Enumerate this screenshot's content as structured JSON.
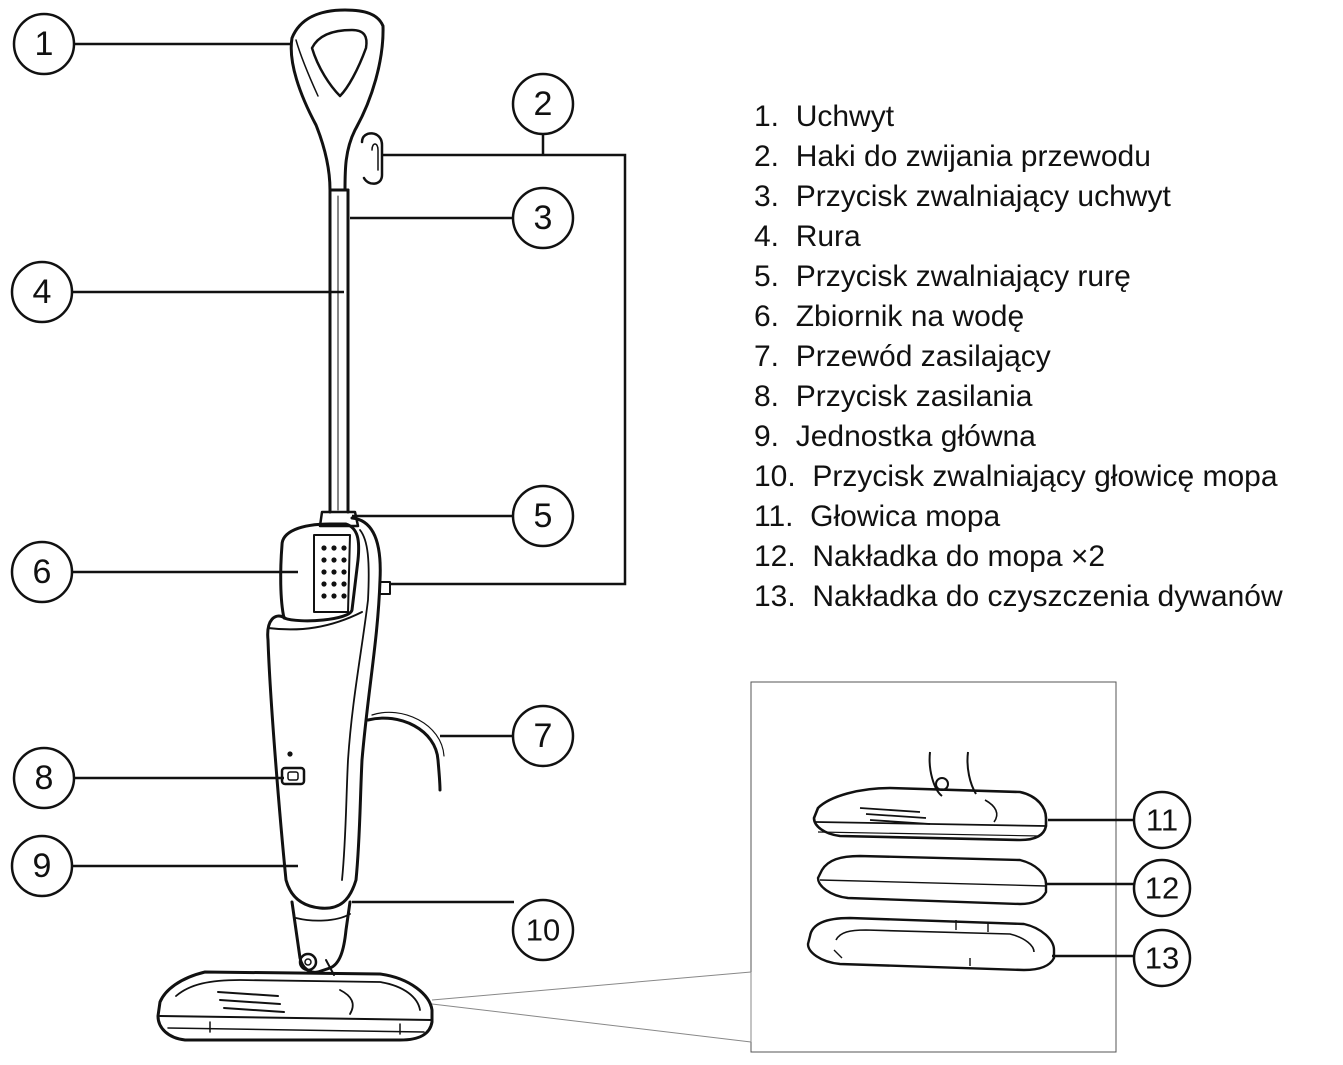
{
  "callouts": [
    {
      "id": "1"
    },
    {
      "id": "2"
    },
    {
      "id": "3"
    },
    {
      "id": "4"
    },
    {
      "id": "5"
    },
    {
      "id": "6"
    },
    {
      "id": "7"
    },
    {
      "id": "8"
    },
    {
      "id": "9"
    },
    {
      "id": "10"
    },
    {
      "id": "11"
    },
    {
      "id": "12"
    },
    {
      "id": "13"
    }
  ],
  "legend": [
    {
      "num": "1.",
      "label": "Uchwyt"
    },
    {
      "num": "2.",
      "label": "Haki do zwijania przewodu"
    },
    {
      "num": "3.",
      "label": "Przycisk zwalniający uchwyt"
    },
    {
      "num": "4.",
      "label": "Rura"
    },
    {
      "num": "5.",
      "label": "Przycisk zwalniający rurę"
    },
    {
      "num": "6.",
      "label": "Zbiornik na wodę"
    },
    {
      "num": "7.",
      "label": "Przewód zasilający"
    },
    {
      "num": "8.",
      "label": "Przycisk zasilania"
    },
    {
      "num": "9.",
      "label": "Jednostka główna"
    },
    {
      "num": "10.",
      "label": "Przycisk zwalniający głowicę mopa"
    },
    {
      "num": "11.",
      "label": "Głowica mopa"
    },
    {
      "num": "12.",
      "label": "Nakładka do mopa ×2"
    },
    {
      "num": "13.",
      "label": "Nakładka do czyszczenia dywanów"
    }
  ],
  "colors": {
    "line": "#111111",
    "background": "#ffffff"
  }
}
